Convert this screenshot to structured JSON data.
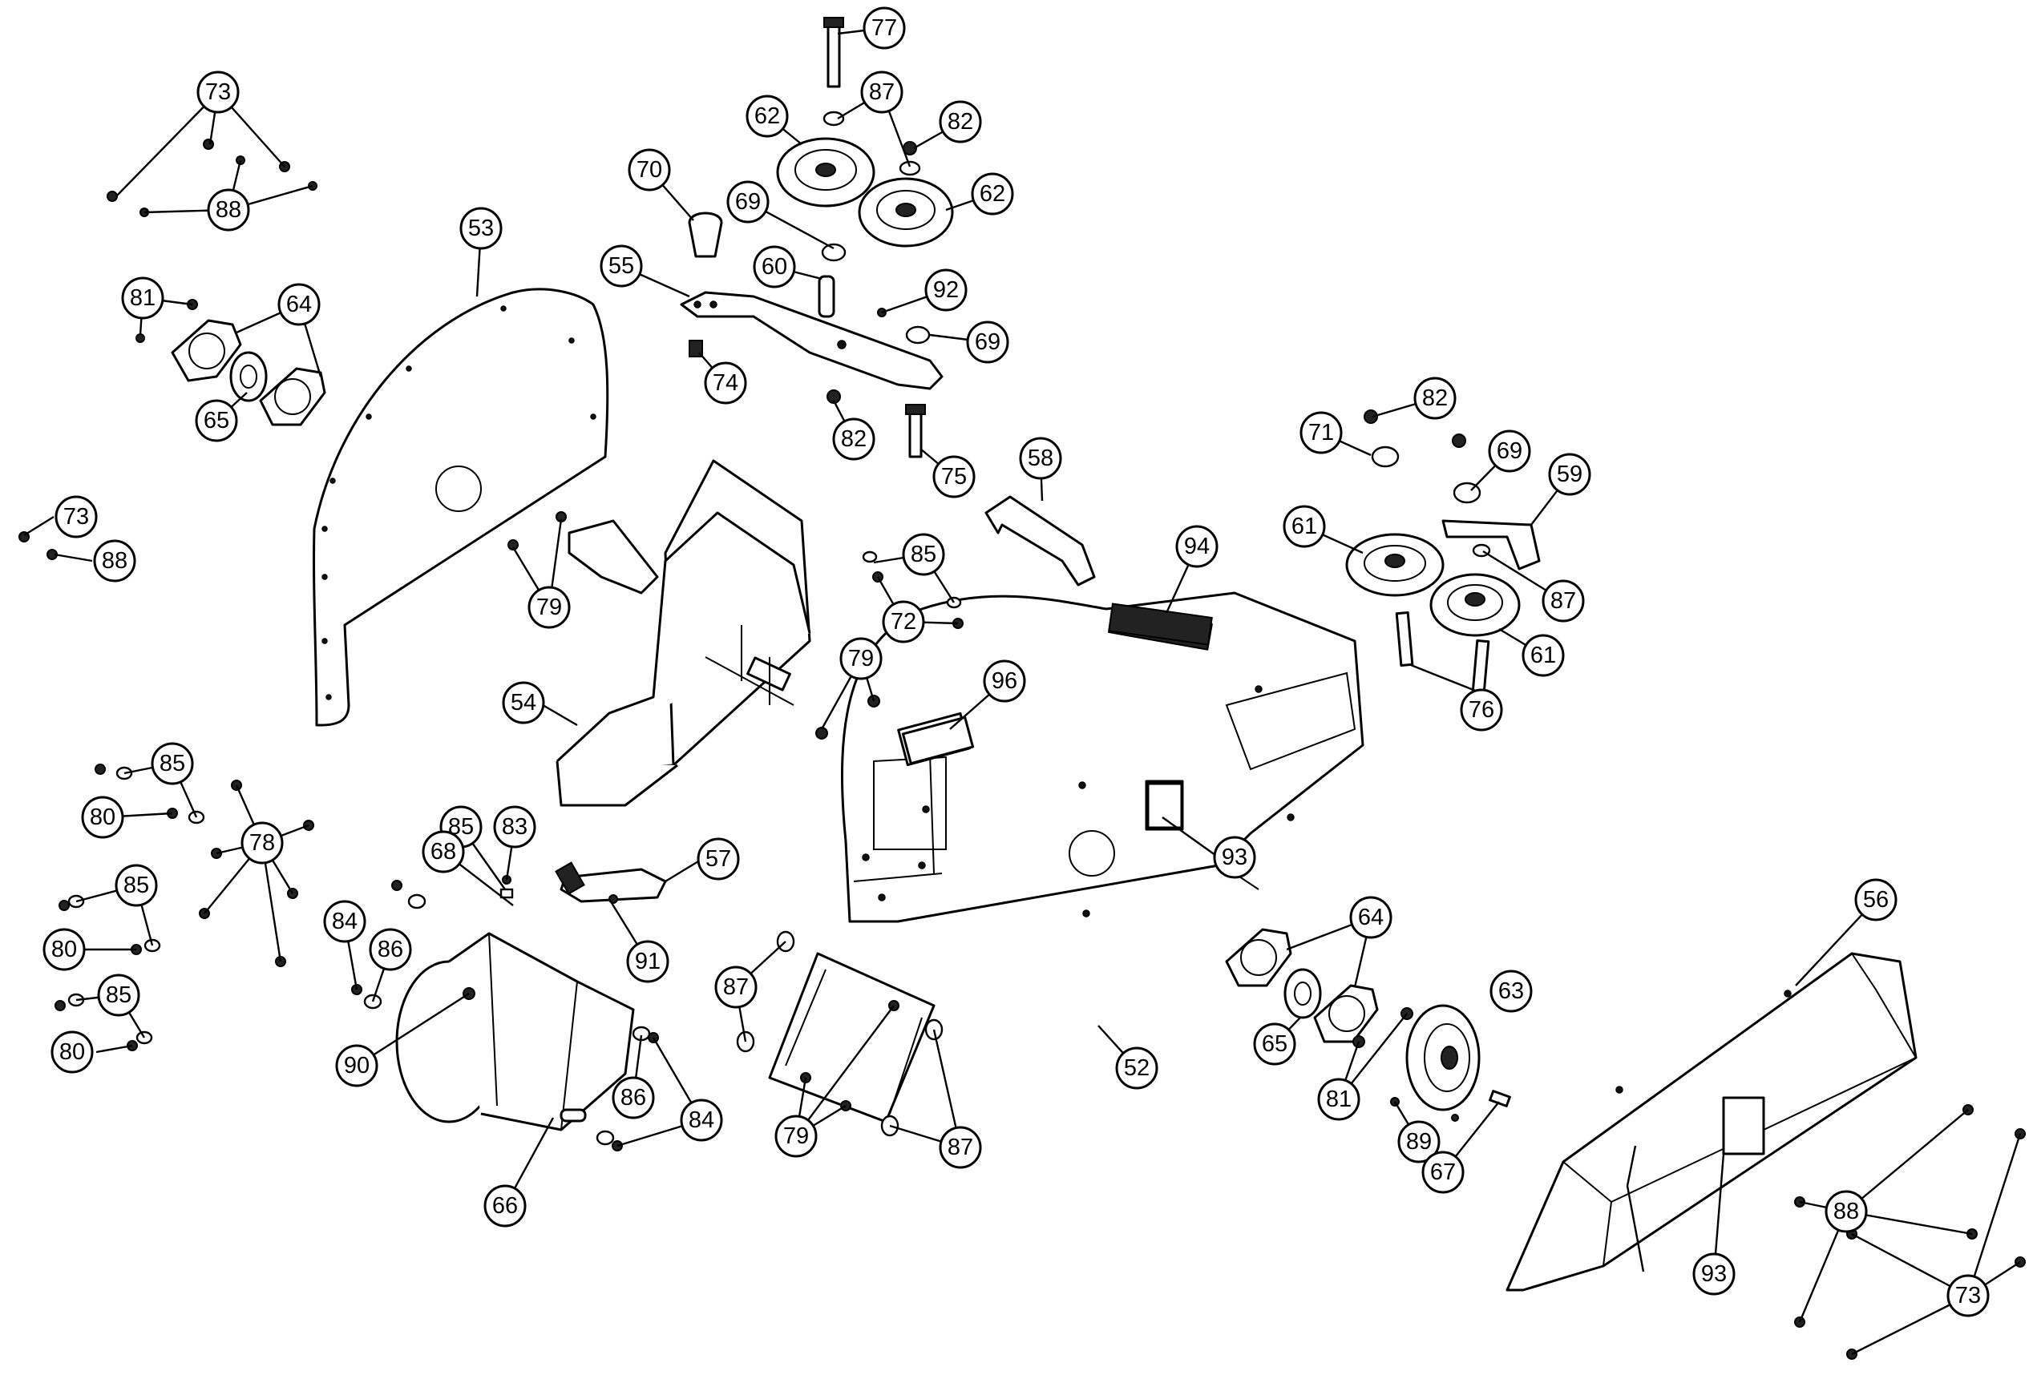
{
  "callouts": [
    {
      "id": "c73a",
      "label": "73"
    },
    {
      "id": "c88a",
      "label": "88"
    },
    {
      "id": "c53",
      "label": "53"
    },
    {
      "id": "c81a",
      "label": "81"
    },
    {
      "id": "c64a",
      "label": "64"
    },
    {
      "id": "c65a",
      "label": "65"
    },
    {
      "id": "c73b",
      "label": "73"
    },
    {
      "id": "c88b",
      "label": "88"
    },
    {
      "id": "c79a",
      "label": "79"
    },
    {
      "id": "c77",
      "label": "77"
    },
    {
      "id": "c87a",
      "label": "87"
    },
    {
      "id": "c62a",
      "label": "62"
    },
    {
      "id": "c82a",
      "label": "82"
    },
    {
      "id": "c62b",
      "label": "62"
    },
    {
      "id": "c70",
      "label": "70"
    },
    {
      "id": "c69a",
      "label": "69"
    },
    {
      "id": "c55",
      "label": "55"
    },
    {
      "id": "c60",
      "label": "60"
    },
    {
      "id": "c92",
      "label": "92"
    },
    {
      "id": "c69b",
      "label": "69"
    },
    {
      "id": "c74",
      "label": "74"
    },
    {
      "id": "c82b",
      "label": "82"
    },
    {
      "id": "c75",
      "label": "75"
    },
    {
      "id": "c58",
      "label": "58"
    },
    {
      "id": "c82c",
      "label": "82"
    },
    {
      "id": "c71",
      "label": "71"
    },
    {
      "id": "c69c",
      "label": "69"
    },
    {
      "id": "c59",
      "label": "59"
    },
    {
      "id": "c61a",
      "label": "61"
    },
    {
      "id": "c87b",
      "label": "87"
    },
    {
      "id": "c61b",
      "label": "61"
    },
    {
      "id": "c94",
      "label": "94"
    },
    {
      "id": "c85a",
      "label": "85"
    },
    {
      "id": "c72",
      "label": "72"
    },
    {
      "id": "c79b",
      "label": "79"
    },
    {
      "id": "c76",
      "label": "76"
    },
    {
      "id": "c96",
      "label": "96"
    },
    {
      "id": "c54",
      "label": "54"
    },
    {
      "id": "c85b",
      "label": "85"
    },
    {
      "id": "c80a",
      "label": "80"
    },
    {
      "id": "c78",
      "label": "78"
    },
    {
      "id": "c85c",
      "label": "85"
    },
    {
      "id": "c80b",
      "label": "80"
    },
    {
      "id": "c85d",
      "label": "85"
    },
    {
      "id": "c80c",
      "label": "80"
    },
    {
      "id": "c85e",
      "label": "85"
    },
    {
      "id": "c83",
      "label": "83"
    },
    {
      "id": "c68",
      "label": "68"
    },
    {
      "id": "c57",
      "label": "57"
    },
    {
      "id": "c84a",
      "label": "84"
    },
    {
      "id": "c86a",
      "label": "86"
    },
    {
      "id": "c91",
      "label": "91"
    },
    {
      "id": "c90",
      "label": "90"
    },
    {
      "id": "c86b",
      "label": "86"
    },
    {
      "id": "c84b",
      "label": "84"
    },
    {
      "id": "c66",
      "label": "66"
    },
    {
      "id": "c87c",
      "label": "87"
    },
    {
      "id": "c79c",
      "label": "79"
    },
    {
      "id": "c87d",
      "label": "87"
    },
    {
      "id": "c93a",
      "label": "93"
    },
    {
      "id": "c52",
      "label": "52"
    },
    {
      "id": "c64b",
      "label": "64"
    },
    {
      "id": "c65b",
      "label": "65"
    },
    {
      "id": "c81b",
      "label": "81"
    },
    {
      "id": "c63",
      "label": "63"
    },
    {
      "id": "c89",
      "label": "89"
    },
    {
      "id": "c67",
      "label": "67"
    },
    {
      "id": "c56",
      "label": "56"
    },
    {
      "id": "c88c",
      "label": "88"
    },
    {
      "id": "c93b",
      "label": "93"
    },
    {
      "id": "c73c",
      "label": "73"
    }
  ]
}
